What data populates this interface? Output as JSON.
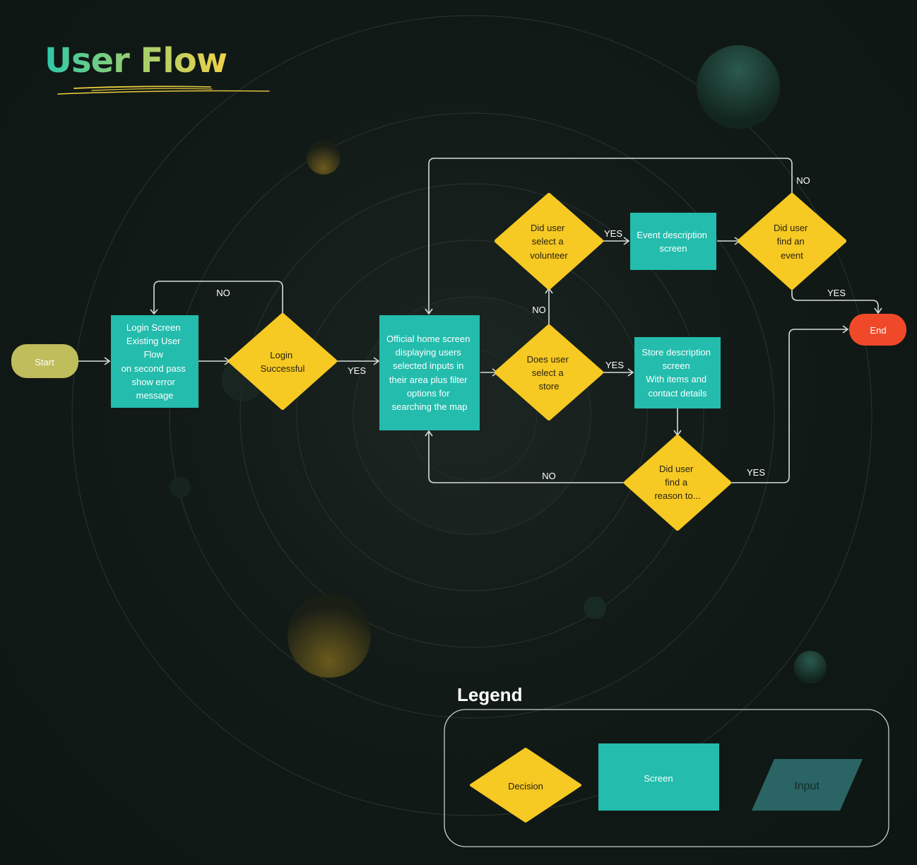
{
  "title": "User Flow",
  "legend": {
    "title": "Legend",
    "decision": "Decision",
    "screen": "Screen",
    "input": "Input"
  },
  "nodes": {
    "start": "Start",
    "end": "End",
    "login_screen": [
      "Login Screen",
      "Existing User",
      "Flow",
      "on second pass",
      "show error",
      "message"
    ],
    "login_successful": [
      "Login",
      "Successful"
    ],
    "home_screen": [
      "Official home screen",
      "displaying users",
      "selected inputs in",
      "their area plus filter",
      "options for",
      "searching the map"
    ],
    "select_volunteer": [
      "Did user",
      "select a",
      "volunteer"
    ],
    "event_description": [
      "Event description",
      "screen"
    ],
    "find_event": [
      "Did user",
      "find an",
      "event"
    ],
    "select_store": [
      "Does user",
      "select a",
      "store"
    ],
    "store_description": [
      "Store description",
      "screen",
      "With items and",
      "contact details"
    ],
    "find_reason": [
      "Did user",
      "find a",
      "reason to..."
    ]
  },
  "edge_labels": {
    "login_no": "NO",
    "login_yes": "YES",
    "store_no": "NO",
    "store_yes": "YES",
    "volunteer_yes": "YES",
    "event_no": "NO",
    "event_yes": "YES",
    "reason_no": "NO",
    "reason_yes": "YES"
  },
  "colors": {
    "screen": "#23bcad",
    "decision": "#f6c923",
    "start": "#bfbd5c",
    "end": "#f0492a",
    "input": "#2a6465"
  }
}
